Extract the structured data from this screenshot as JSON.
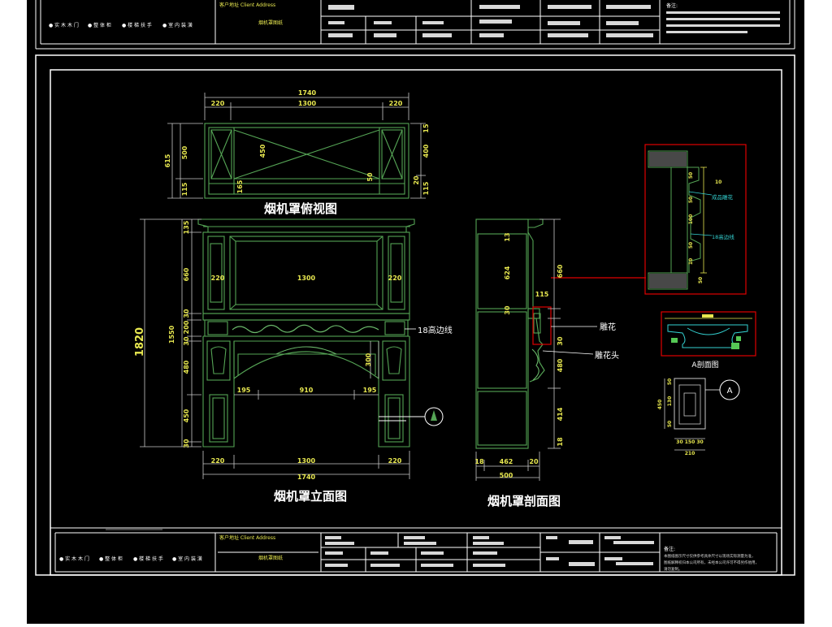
{
  "drawings": {
    "top_view": "烟机罩俯视图",
    "front_view": "烟机罩立面图",
    "section_view": "烟机罩剖面图",
    "detail_a": "A剖面图",
    "marker_a": "A"
  },
  "annotations": {
    "edge_strip": "18高边线",
    "carving": "雕花",
    "carved_head": "雕花头",
    "detail_label_1": "成品雕花",
    "detail_label_2": "18高边线"
  },
  "dims": {
    "overall_width": "1740",
    "side_220": "220",
    "center_1300": "1300",
    "center_1300_lower": "1300",
    "overall_height": "1820",
    "height_1550": "1550",
    "d_135": "135",
    "d_660": "660",
    "d_30a": "30",
    "d_200": "200",
    "d_30b": "30",
    "d_480": "480",
    "d_450": "450",
    "d_30c": "30",
    "d_195a": "195",
    "d_910": "910",
    "d_195b": "195",
    "d_300": "300",
    "top_615": "615",
    "top_500": "500",
    "top_115": "115",
    "top_450": "450",
    "top_165": "165",
    "top_50": "50",
    "top_15": "15",
    "top_400": "400",
    "top_20": "20",
    "top_115b": "115",
    "sec_13": "13",
    "sec_624": "624",
    "sec_115": "115",
    "sec_30a": "30",
    "sec_30b": "30",
    "sec_480": "480",
    "sec_414": "414",
    "sec_18": "18",
    "sec_18b": "18",
    "sec_462": "462",
    "sec_20": "20",
    "sec_500": "500",
    "sec_660": "660",
    "det_50a": "50",
    "det_50b": "50",
    "det_10": "10",
    "det_100": "100",
    "det_50c": "50",
    "det_10b": "10",
    "det_50d": "50",
    "sm_50": "50",
    "sm_130": "130",
    "sm_450": "450",
    "sm_50b": "50",
    "sm_bottom": "30 150 30",
    "sm_210": "210"
  },
  "title_block": {
    "client_address": "客户地址 Client Address",
    "drawing_name": "烟机罩图纸",
    "company_items": [
      "● 实 木 木 门",
      "● 整 体 柜",
      "● 楼 梯 扶 手",
      "● 室 内 装 潢"
    ],
    "notes_title": "备注:",
    "notes_lines": [
      "本图纸图示尺寸仅供参考具体尺寸以现场实际测量为准，",
      "图纸解释权归本公司所有，未经本公司许可不得另作他用，",
      "请勿复制。"
    ]
  },
  "colors": {
    "background": "#000000",
    "frame": "#ffffff",
    "furniture": "#55a455",
    "dimension": "#e8e850",
    "title_text": "#e8e850",
    "detail_box": "#e00000",
    "cyan": "#33d0d0",
    "watermark": "#8a8a8a"
  }
}
